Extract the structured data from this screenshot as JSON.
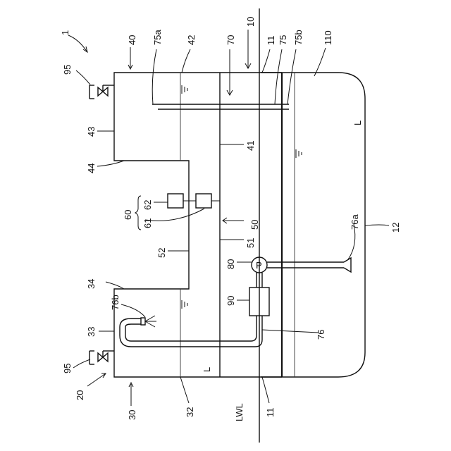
{
  "labels": {
    "r1": "1",
    "r10": "10",
    "r11a": "11",
    "r11b": "11",
    "r12": "12",
    "r20": "20",
    "r30": "30",
    "r32": "32",
    "r33": "33",
    "r34": "34",
    "r40": "40",
    "r41": "41",
    "r42": "42",
    "r43": "43",
    "r44": "44",
    "r50": "50",
    "r51": "51",
    "r52": "52",
    "r60": "60",
    "r61": "61",
    "r62": "62",
    "r70": "70",
    "r75": "75",
    "r75a": "75a",
    "r75b": "75b",
    "r76": "76",
    "r76a": "76a",
    "r76b": "76b",
    "r80": "80",
    "r90": "90",
    "r95a": "95",
    "r95b": "95",
    "r110": "110",
    "L1": "L",
    "L2": "L",
    "lwl": "LWL",
    "pump": "P"
  }
}
